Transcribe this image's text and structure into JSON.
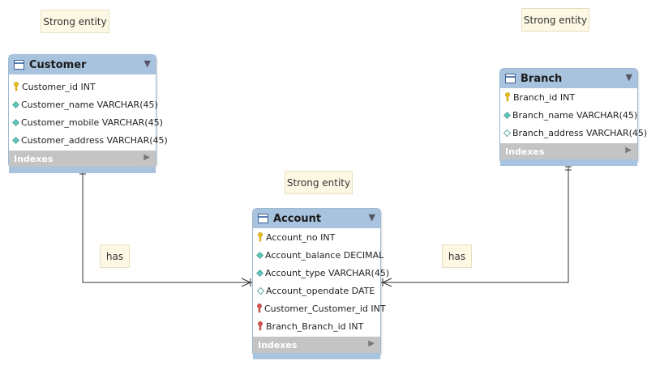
{
  "notes": {
    "customer_note": "Strong entity",
    "branch_note": "Strong entity",
    "account_note": "Strong entity",
    "rel_left": "has",
    "rel_right": "has"
  },
  "customer": {
    "title": "Customer",
    "fields": [
      {
        "name": "Customer_id",
        "type": "INT",
        "icon": "primary-key-icon"
      },
      {
        "name": "Customer_name",
        "type": "VARCHAR(45)",
        "icon": "nonnull-column-icon"
      },
      {
        "name": "Customer_mobile",
        "type": "VARCHAR(45)",
        "icon": "nonnull-column-icon"
      },
      {
        "name": "Customer_address",
        "type": "VARCHAR(45)",
        "icon": "nonnull-column-icon"
      }
    ],
    "indexes": "Indexes"
  },
  "branch": {
    "title": "Branch",
    "fields": [
      {
        "name": "Branch_id",
        "type": "INT",
        "icon": "primary-key-icon"
      },
      {
        "name": "Branch_name",
        "type": "VARCHAR(45)",
        "icon": "nonnull-column-icon"
      },
      {
        "name": "Branch_address",
        "type": "VARCHAR(45)",
        "icon": "nullable-column-icon"
      }
    ],
    "indexes": "Indexes"
  },
  "account": {
    "title": "Account",
    "fields": [
      {
        "name": "Account_no",
        "type": "INT",
        "icon": "primary-key-icon"
      },
      {
        "name": "Account_balance",
        "type": "DECIMAL",
        "icon": "nonnull-column-icon"
      },
      {
        "name": "Account_type",
        "type": "VARCHAR(45)",
        "icon": "nonnull-column-icon"
      },
      {
        "name": "Account_opendate",
        "type": "DATE",
        "icon": "nullable-column-icon"
      },
      {
        "name": "Customer_Customer_id",
        "type": "INT",
        "icon": "foreign-key-icon"
      },
      {
        "name": "Branch_Branch_id",
        "type": "INT",
        "icon": "foreign-key-icon"
      }
    ],
    "indexes": "Indexes"
  },
  "colors": {
    "header": "#a8c3dd",
    "indexes_bar": "#c4c4c4",
    "note_bg": "#fdf8e4",
    "pk": "#e8c21a",
    "fk": "#d9534f",
    "column": "#5cc6b8"
  }
}
